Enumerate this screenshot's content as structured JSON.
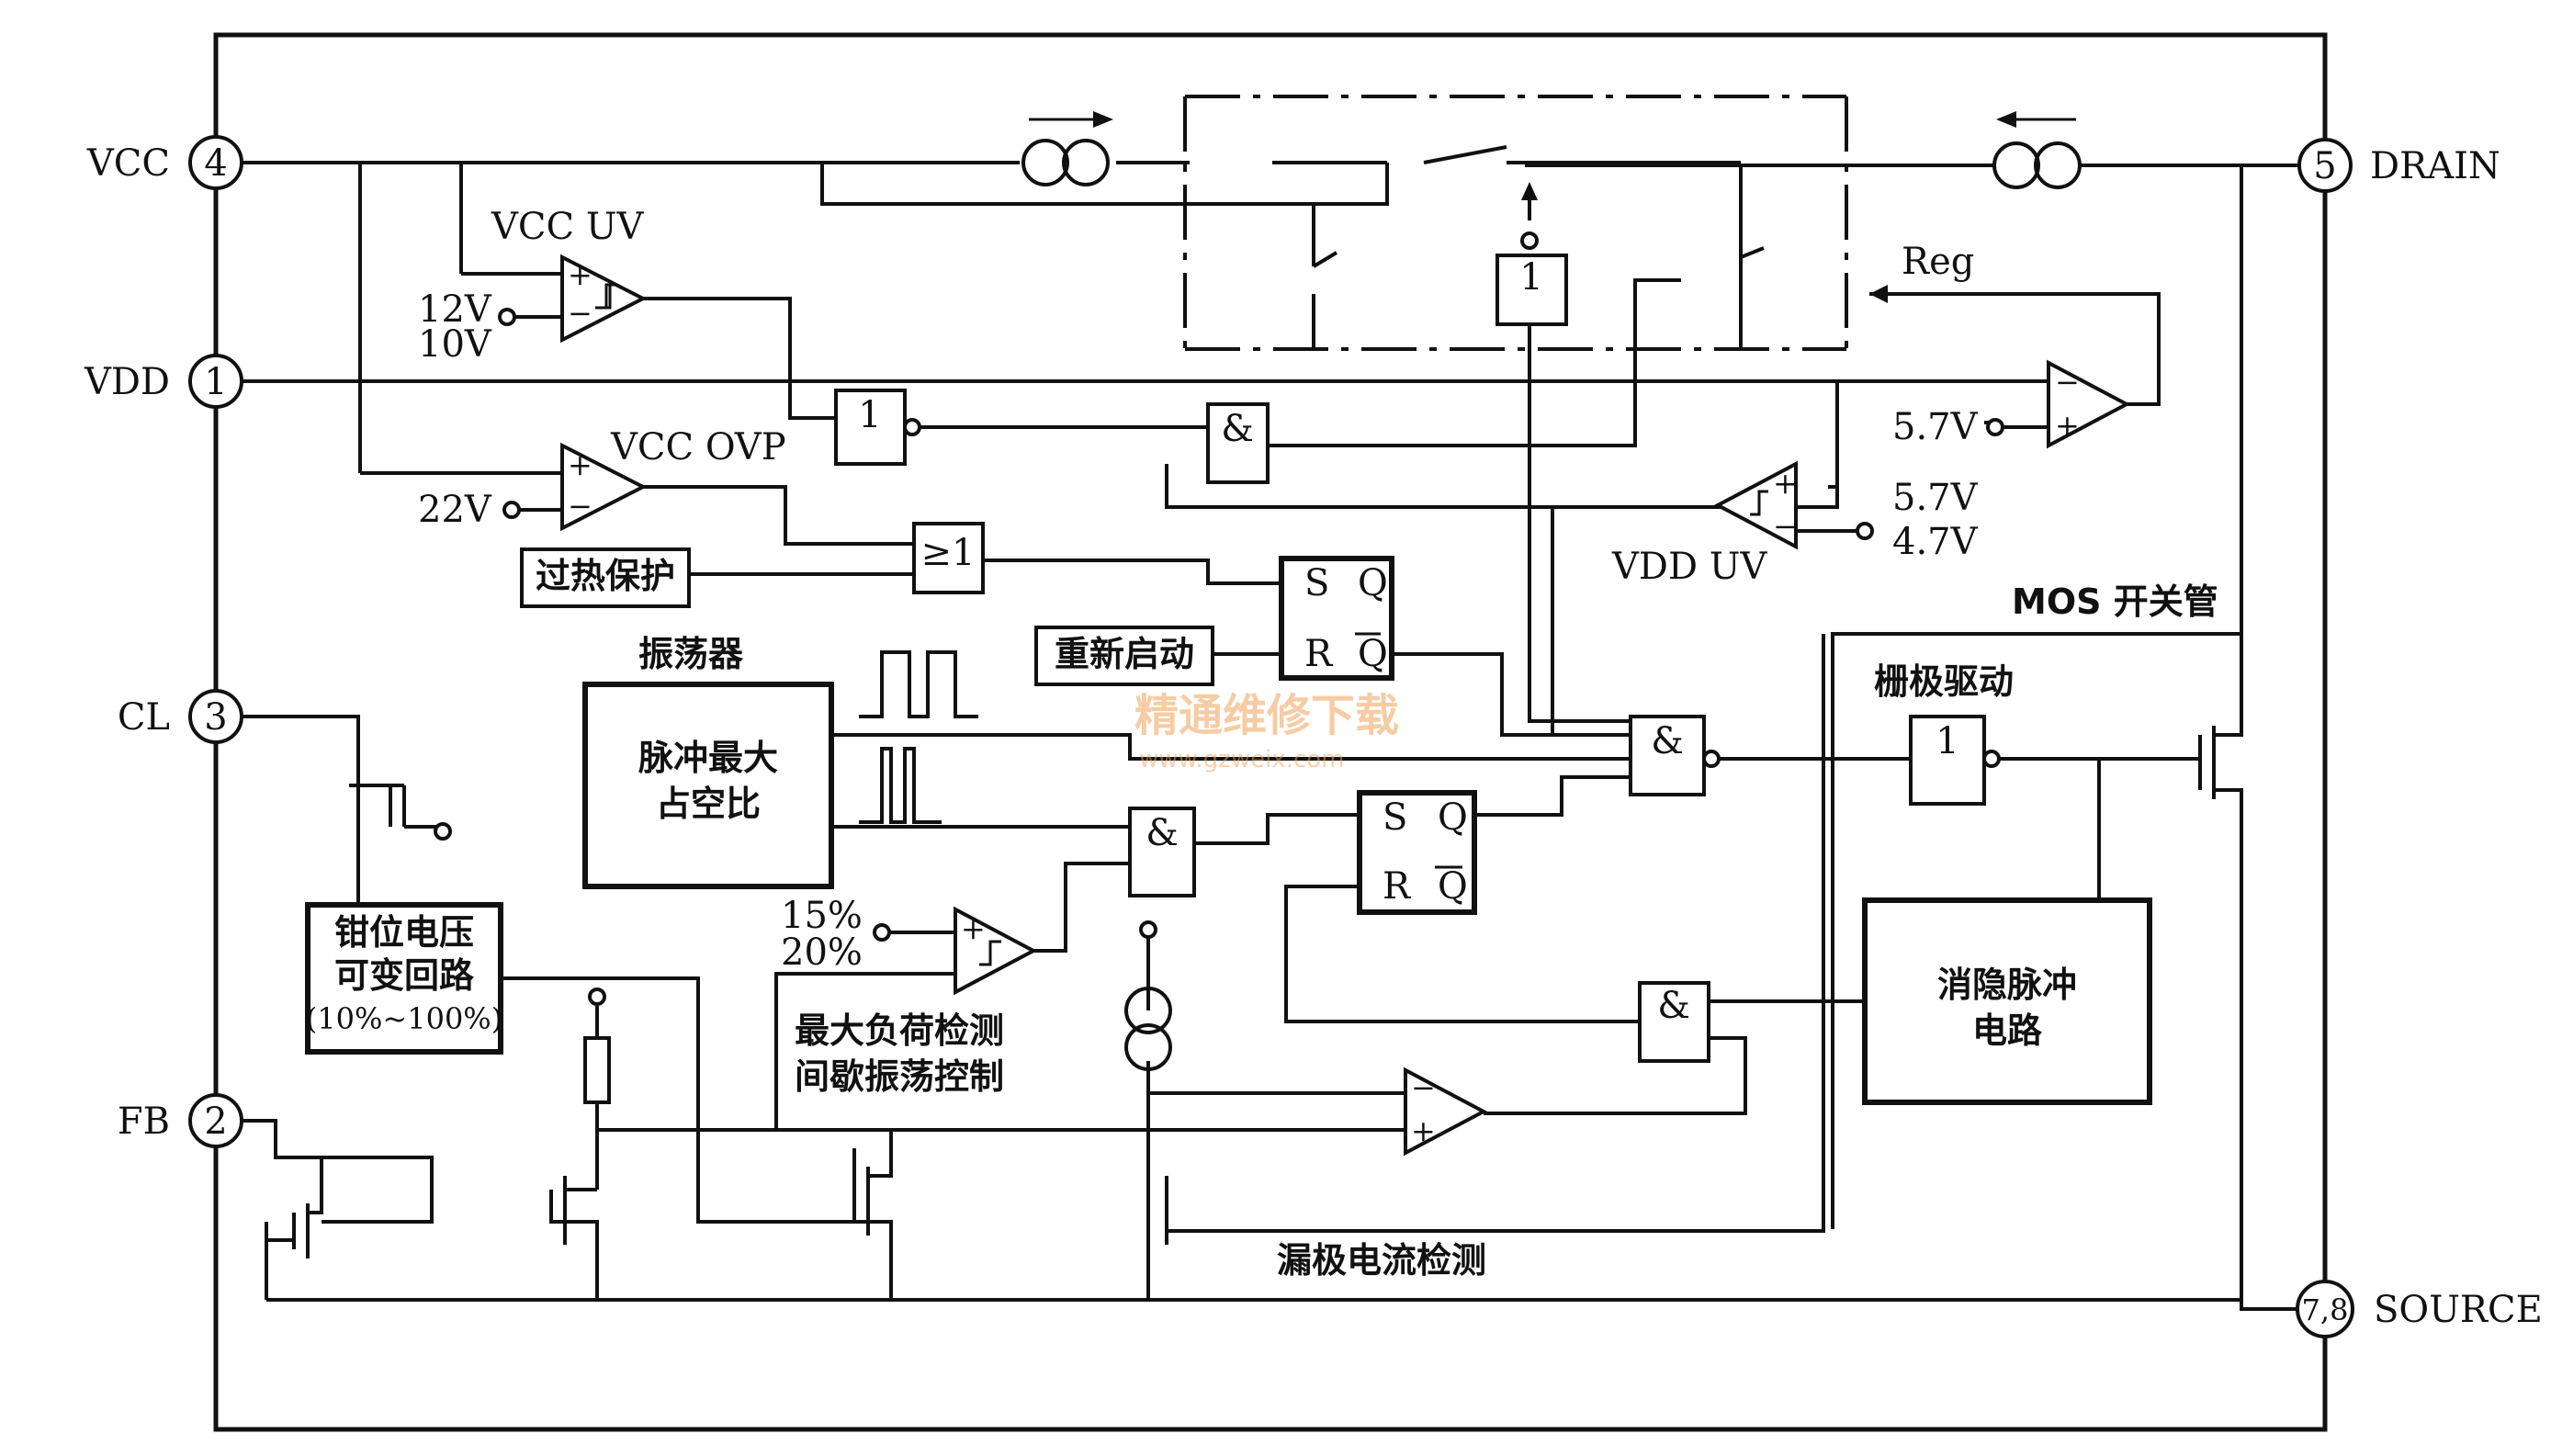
{
  "pins": {
    "vcc": {
      "num": "4",
      "name": "VCC"
    },
    "vdd": {
      "num": "1",
      "name": "VDD"
    },
    "cl": {
      "num": "3",
      "name": "CL"
    },
    "fb": {
      "num": "2",
      "name": "FB"
    },
    "drain": {
      "num": "5",
      "name": "DRAIN"
    },
    "source": {
      "num": "7,8",
      "name": "SOURCE"
    }
  },
  "labels": {
    "vcc_uv": "VCC UV",
    "vcc_ovp": "VCC OVP",
    "v12": "12V",
    "v10": "10V",
    "v22": "22V",
    "reg": "Reg",
    "v57a": "5.7V",
    "v57b": "5.7V",
    "v47": "4.7V",
    "vdd_uv": "VDD UV",
    "mos": "MOS 开关管",
    "overheat": "过热保护",
    "oscillator": "振荡器",
    "pulse_max_1": "脉冲最大",
    "pulse_max_2": "占空比",
    "restart": "重新启动",
    "gate_drive": "栅极驱动",
    "clamp_1": "钳位电压",
    "clamp_2": "可变回路",
    "clamp_3": "(10%~100%)",
    "p15": "15%",
    "p20": "20%",
    "maxload_1": "最大负荷检测",
    "maxload_2": "间歇振荡控制",
    "blank_1": "消隐脉冲",
    "blank_2": "电路",
    "drain_sense": "漏极电流检测",
    "watermark_1": "精通维修下载",
    "watermark_2": "www.gzweix.com"
  },
  "gates": {
    "and_sym": "&",
    "or_sym": "≥1",
    "not_sym": "1",
    "s": "S",
    "r": "R",
    "q": "Q",
    "plus": "+",
    "minus": "−"
  }
}
